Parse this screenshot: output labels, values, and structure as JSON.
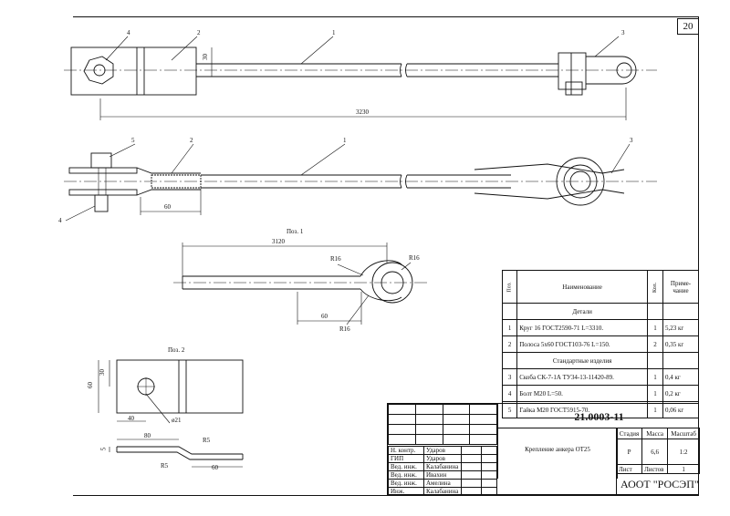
{
  "sheet": {
    "page_number": "20"
  },
  "top_view": {
    "callouts": [
      "1",
      "2",
      "3",
      "4"
    ],
    "dim_height": "30",
    "dim_total": "3230"
  },
  "side_view": {
    "callouts": [
      "1",
      "2",
      "3",
      "4",
      "5"
    ],
    "dim_strip": "60"
  },
  "pos1": {
    "title": "Поз. 1",
    "dim_length": "3120",
    "r1": "R16",
    "r2": "R16",
    "r3": "R16",
    "dim_60": "60"
  },
  "pos2": {
    "title": "Поз. 2",
    "dim_60": "60",
    "dim_30": "30",
    "dim_40": "40",
    "hole": "ø21",
    "dim_80": "80",
    "dim_5": "5",
    "r_top": "R5",
    "r_bottom": "R5",
    "dim_60b": "60"
  },
  "spec": {
    "headers": {
      "pos": "Поз.",
      "name": "Наименование",
      "qty": "Кол.",
      "note": "Приме-чание"
    },
    "section_details": "Детали",
    "section_standard": "Стандартные изделия",
    "rows": [
      {
        "pos": "1",
        "name": "Круг 16 ГОСТ2590-71 L=3310.",
        "qty": "1",
        "note": "5,23 кг"
      },
      {
        "pos": "2",
        "name": "Полоса 5х60 ГОСТ103-76 L=150.",
        "qty": "2",
        "note": "0,35 кг"
      },
      {
        "pos": "3",
        "name": "Скоба СК-7-1А ТУ34-13-11420-89.",
        "qty": "1",
        "note": "0,4 кг"
      },
      {
        "pos": "4",
        "name": "Болт М20 L=50.",
        "qty": "1",
        "note": "0,2 кг"
      },
      {
        "pos": "5",
        "name": "Гайка М20 ГОСТ5915-70.",
        "qty": "1",
        "note": "0,06 кг"
      }
    ]
  },
  "title_block": {
    "doc_number": "21.0003-11",
    "item_name": "Крепление анкера ОТ25",
    "col_stage": "Стадия",
    "col_mass": "Масса",
    "col_scale": "Масштаб",
    "stage": "Р",
    "mass": "6,6",
    "scale": "1:2",
    "sheet_label": "Лист",
    "sheets_label": "Листов",
    "sheets": "1",
    "org": "АООТ \"РОСЭП\"",
    "people": [
      {
        "role": "Н. контр.",
        "name": "Ударов"
      },
      {
        "role": "ГИП",
        "name": "Ударов"
      },
      {
        "role": "Вед. инж.",
        "name": "Калабанина"
      },
      {
        "role": "Вед. инж.",
        "name": "Ивахин"
      },
      {
        "role": "Вед. инж.",
        "name": "Амелина"
      },
      {
        "role": "Инж.",
        "name": "Калабанина"
      }
    ]
  }
}
